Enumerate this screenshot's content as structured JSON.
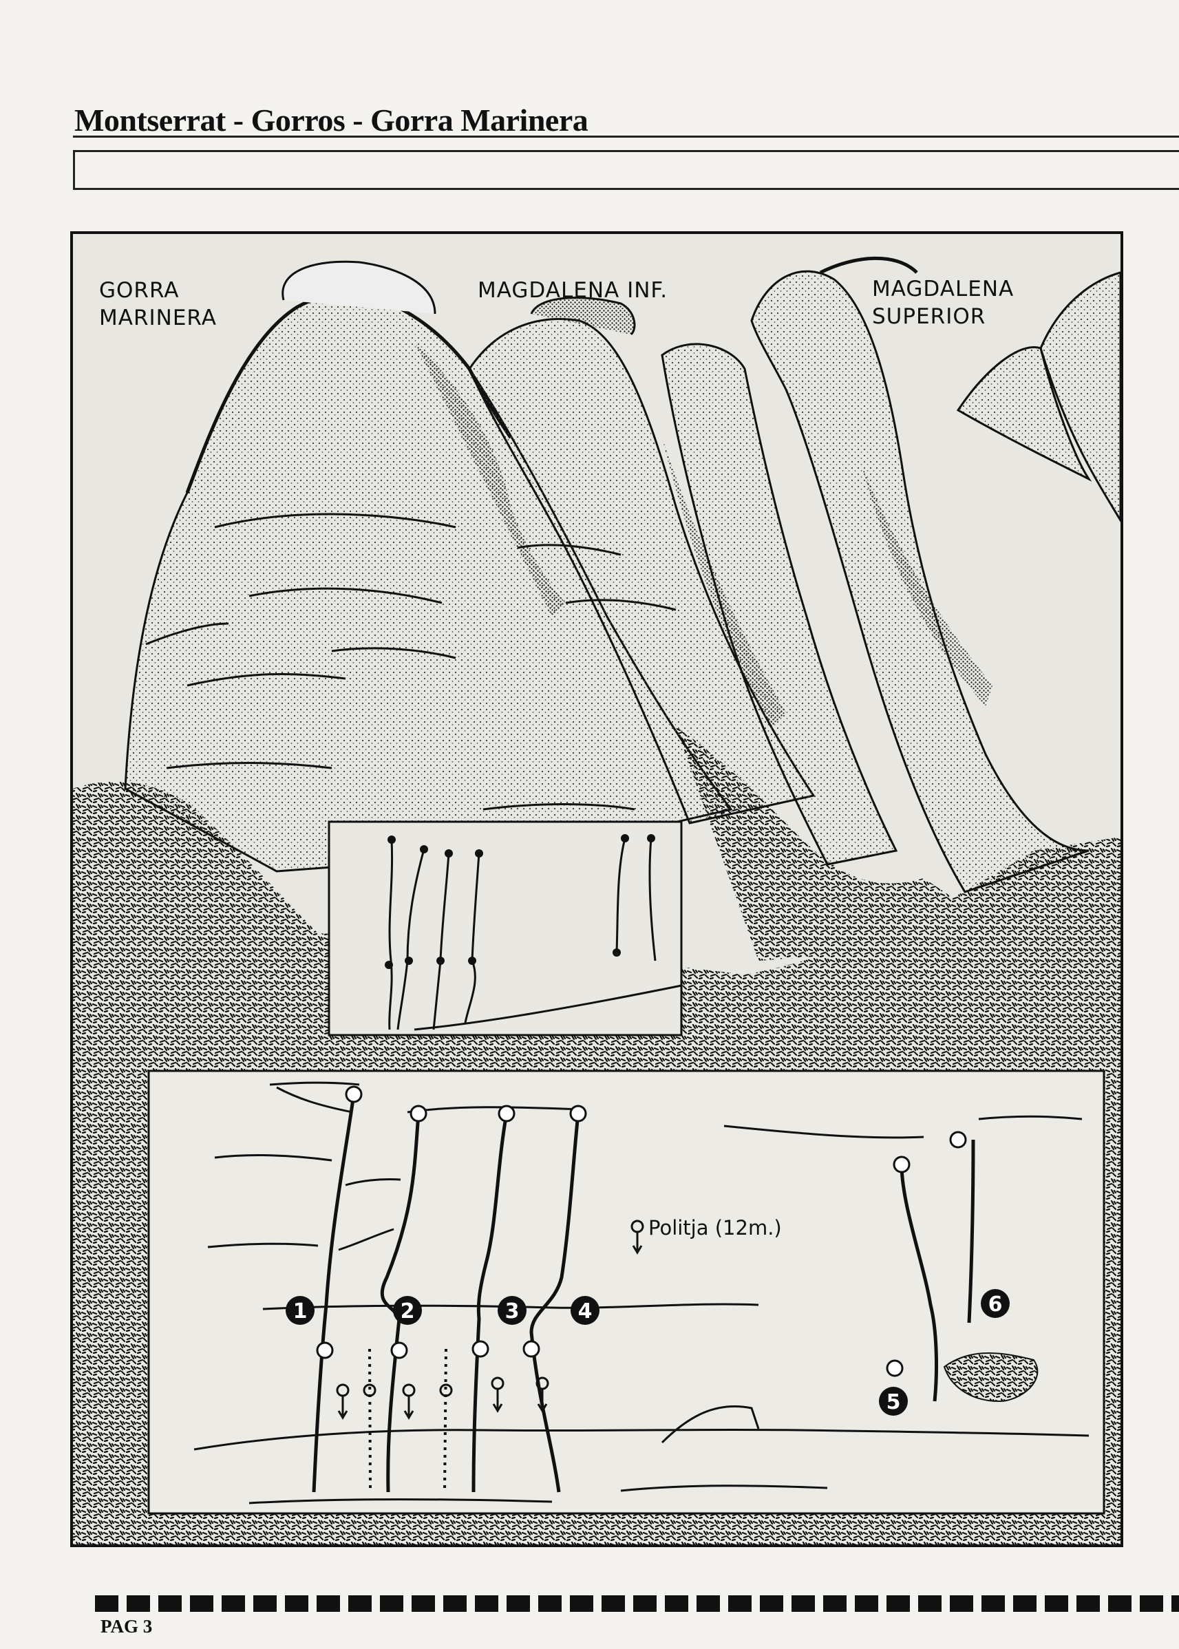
{
  "header": {
    "title": "Montserrat - Gorros - Gorra Marinera"
  },
  "figure": {
    "peaks": {
      "gorra_marinera": [
        "GORRA",
        "MARINERA"
      ],
      "magdalena_inf": "MAGDALENA INF.",
      "magdalena_superior": [
        "MAGDALENA",
        "SUPERIOR"
      ]
    },
    "legend": {
      "rappel_label": "Politja (12m.)"
    },
    "routes": [
      "1",
      "2",
      "3",
      "4",
      "5",
      "6"
    ]
  },
  "footer": {
    "page": "PAG 3"
  }
}
